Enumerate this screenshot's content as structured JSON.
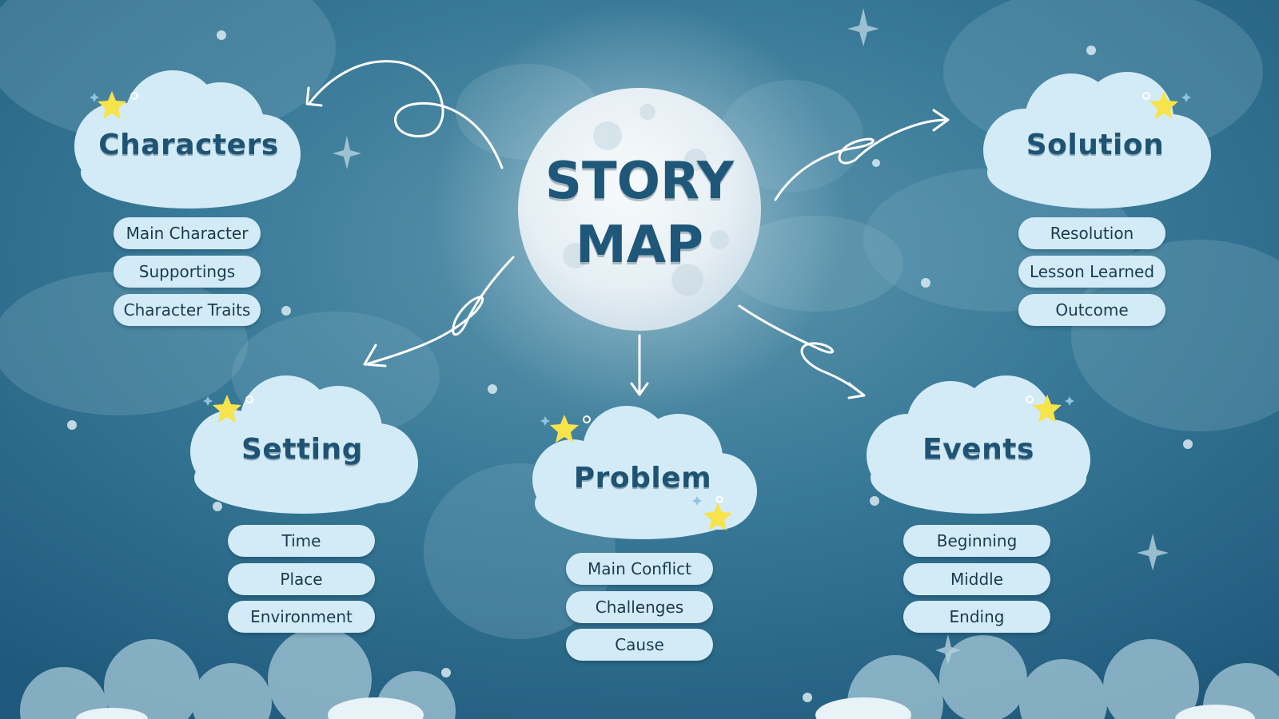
{
  "center": {
    "line1": "STORY",
    "line2": "MAP"
  },
  "nodes": {
    "characters": {
      "title": "Characters",
      "items": [
        "Main Character",
        "Supportings",
        "Character Traits"
      ]
    },
    "solution": {
      "title": "Solution",
      "items": [
        "Resolution",
        "Lesson Learned",
        "Outcome"
      ]
    },
    "setting": {
      "title": "Setting",
      "items": [
        "Time",
        "Place",
        "Environment"
      ]
    },
    "problem": {
      "title": "Problem",
      "items": [
        "Main Conflict",
        "Challenges",
        "Cause"
      ]
    },
    "events": {
      "title": "Events",
      "items": [
        "Beginning",
        "Middle",
        "Ending"
      ]
    }
  },
  "colors": {
    "background": "#2e6e8e",
    "cloud": "#d3ebf7",
    "title_text": "#1e5373",
    "pill_text": "#1b3a4e",
    "star": "#f7e34a",
    "moon": "#eef4f8"
  },
  "icons": {
    "star": "star-icon",
    "sparkle": "sparkle-icon",
    "arrow": "curved-arrow-icon"
  }
}
